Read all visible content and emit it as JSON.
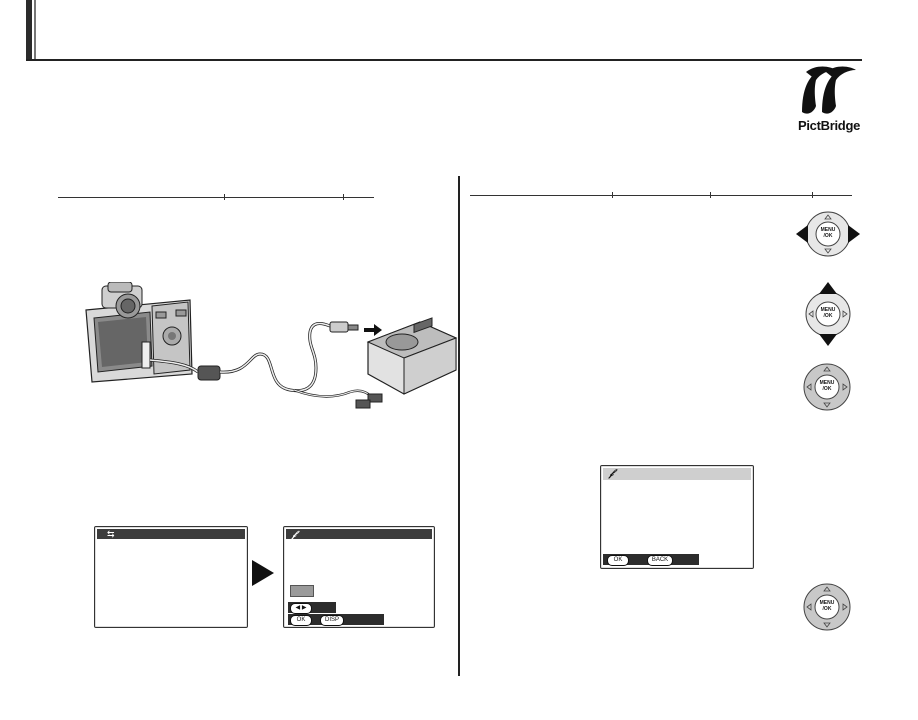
{
  "header": {
    "title": ""
  },
  "logo": {
    "label": "PictBridge"
  },
  "lcd_buttons": {
    "ok": "OK",
    "back": "BACK",
    "disp": "DISP"
  },
  "dial": {
    "center_label_top": "MENU",
    "center_label_bottom": "/OK"
  },
  "colors": {
    "ink": "#111111",
    "lcd_bar": "#3c3c3c",
    "dial_ring": "#e7e7e7"
  }
}
